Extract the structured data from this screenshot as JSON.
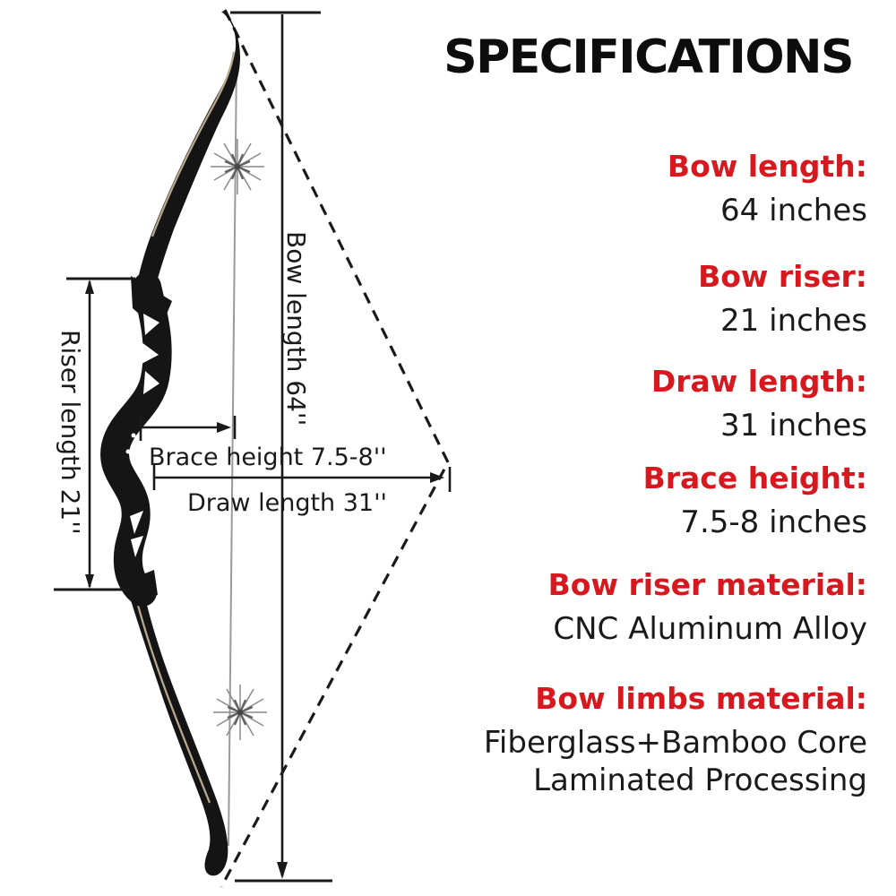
{
  "title": "SPECIFICATIONS",
  "colors": {
    "accent_red": "#d7191f",
    "text_black": "#1a1a1a",
    "bow_black": "#141414",
    "string_gray": "#9a9a9a",
    "limb_edge_tan": "#b7a88d"
  },
  "specs": [
    {
      "label": "Bow length:",
      "value": "64 inches"
    },
    {
      "label": "Bow riser:",
      "value": "21 inches"
    },
    {
      "label": "Draw length:",
      "value": "31 inches"
    },
    {
      "label": "Brace height:",
      "value": "7.5-8 inches"
    },
    {
      "label": "Bow riser material:",
      "value": "CNC Aluminum Alloy"
    },
    {
      "label": "Bow limbs material:",
      "value": "Fiberglass+Bamboo Core",
      "value2": "Laminated Processing"
    }
  ],
  "diagram": {
    "bow_length_label": "Bow length 64''",
    "riser_length_label": "Riser length 21''",
    "brace_height_label": "Brace height 7.5-8''",
    "draw_length_label": "Draw length 31''"
  }
}
